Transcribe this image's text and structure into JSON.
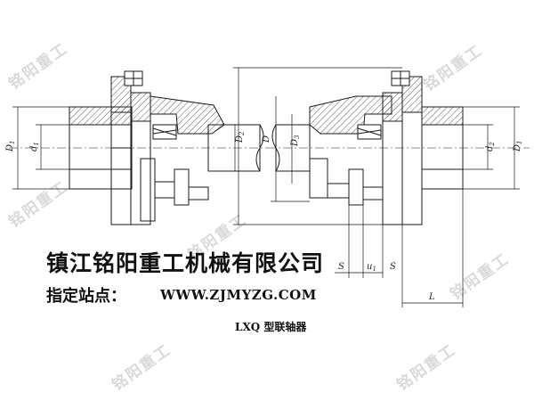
{
  "watermark": {
    "text": "铭阳重工"
  },
  "header": {
    "company_name": "镇江铭阳重工机械有限公司",
    "site_label": "指定站点：",
    "site_url": "WWW.ZJMYZG.COM"
  },
  "figure": {
    "caption": "LXQ 型联轴器",
    "left_labels": {
      "d1": "D",
      "d1_sub": "1",
      "d2": "d",
      "d2_sub": "1",
      "d3": "D",
      "d3_sub": "2"
    },
    "right_labels": {
      "big_d": "D",
      "d3": "D",
      "d3_sub": "3",
      "d2": "d",
      "d2_sub": "2",
      "d1": "D",
      "d1_sub": "1"
    },
    "bottom_labels": {
      "s_left": "S",
      "u1": "u",
      "u1_sub": "1",
      "s_right": "S",
      "l": "L"
    },
    "colors": {
      "line": "#1a1a1a",
      "hatch": "#444444"
    }
  }
}
